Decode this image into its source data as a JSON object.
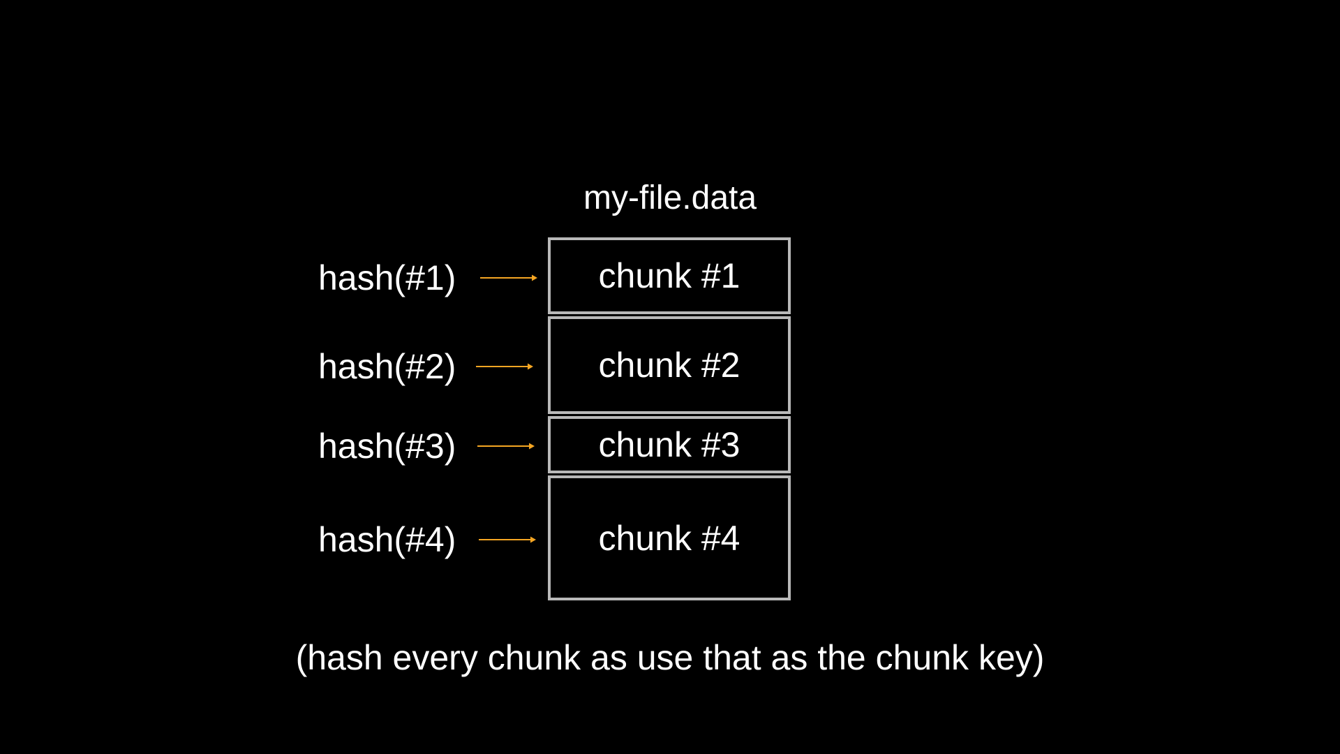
{
  "diagram": {
    "file_name": "my-file.data",
    "accent_color": "#f5a623",
    "box_border_color": "#b9b9b9",
    "rows": [
      {
        "hash_label": "hash(#1)",
        "chunk_label": "chunk #1"
      },
      {
        "hash_label": "hash(#2)",
        "chunk_label": "chunk #2"
      },
      {
        "hash_label": "hash(#3)",
        "chunk_label": "chunk #3"
      },
      {
        "hash_label": "hash(#4)",
        "chunk_label": "chunk #4"
      }
    ],
    "caption": "(hash every chunk as use that as the chunk key)"
  }
}
